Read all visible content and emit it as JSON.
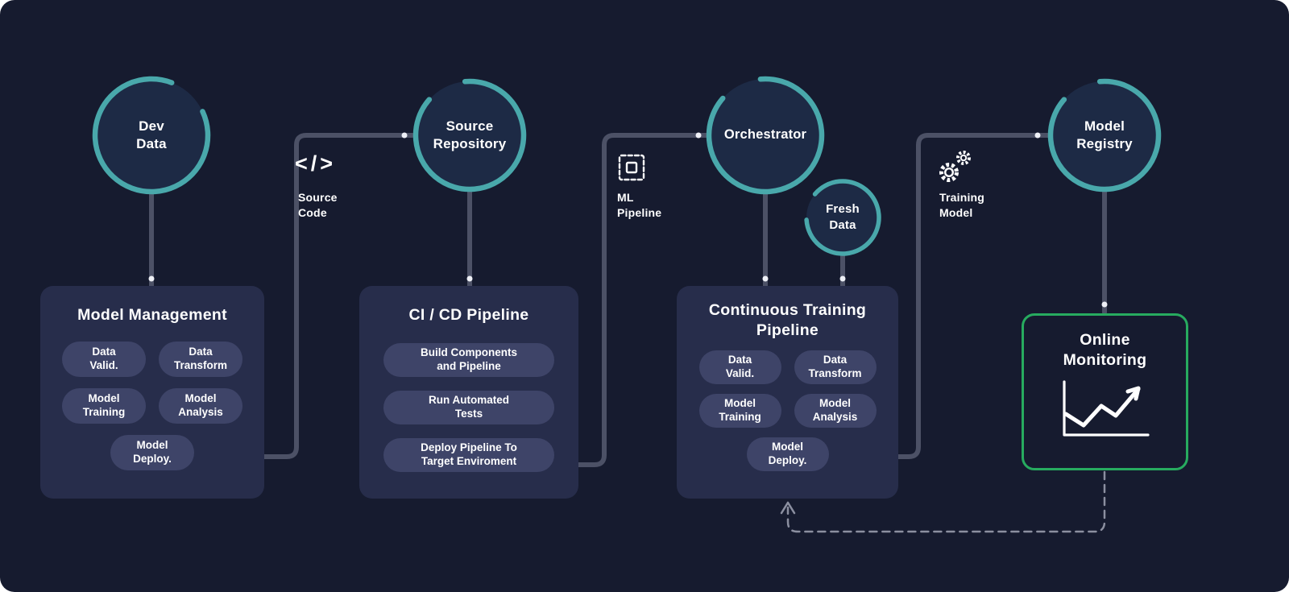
{
  "colors": {
    "background": "#161b2f",
    "teal": "#49a8ab",
    "green": "#27ab5f",
    "box_fill": "#272d4b",
    "pill_fill": "#3e4468",
    "connector": "#4c5166",
    "text": "#ffffff"
  },
  "circles": {
    "dev_data": {
      "label": "Dev\nData"
    },
    "source_repository": {
      "label": "Source\nRepository"
    },
    "orchestrator": {
      "label": "Orchestrator"
    },
    "fresh_data": {
      "label": "Fresh\nData"
    },
    "model_registry": {
      "label": "Model\nRegistry"
    }
  },
  "connector_icons": {
    "source_code": {
      "glyph": "</>",
      "label": "Source\nCode"
    },
    "ml_pipeline": {
      "label": "ML\nPipeline"
    },
    "training_model": {
      "label": "Training\nModel"
    }
  },
  "boxes": {
    "model_management": {
      "title": "Model Management",
      "pills": [
        "Data\nValid.",
        "Data\nTransform",
        "Model\nTraining",
        "Model\nAnalysis",
        "Model\nDeploy."
      ]
    },
    "cicd_pipeline": {
      "title": "CI / CD Pipeline",
      "pills": [
        "Build Components\nand Pipeline",
        "Run Automated\nTests",
        "Deploy Pipeline To\nTarget Enviroment"
      ]
    },
    "continuous_training_pipeline": {
      "title": "Continuous Training\nPipeline",
      "pills": [
        "Data\nValid.",
        "Data\nTransform",
        "Model\nTraining",
        "Model\nAnalysis",
        "Model\nDeploy."
      ]
    },
    "online_monitoring": {
      "title": "Online\nMonitoring"
    }
  }
}
